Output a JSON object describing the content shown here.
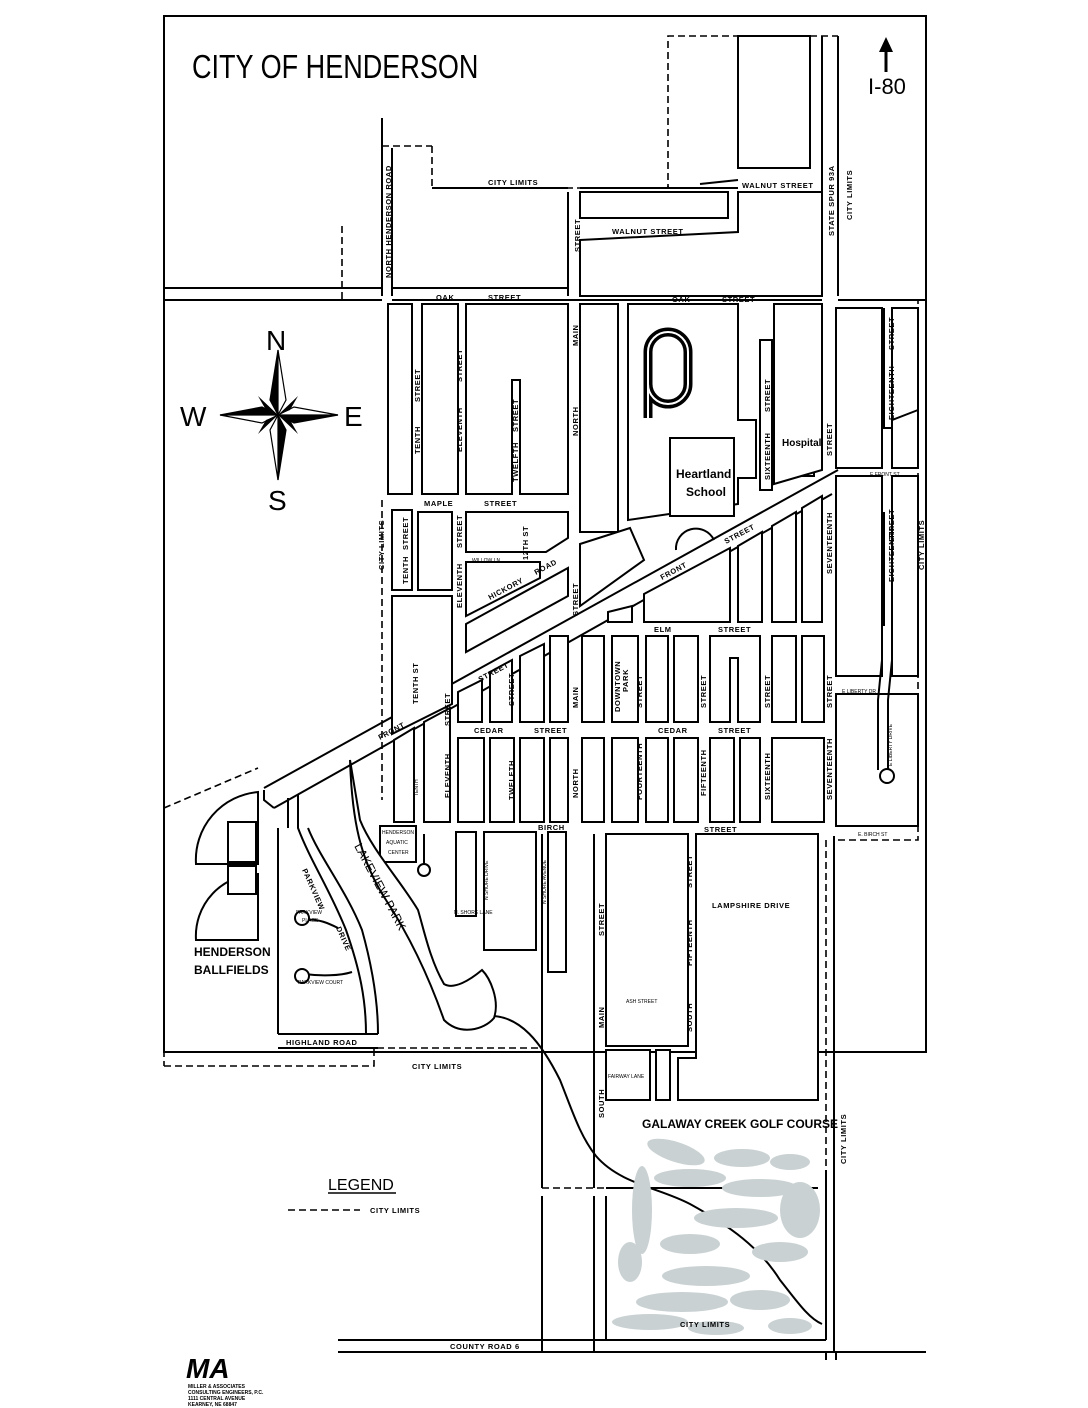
{
  "title": "CITY OF HENDERSON",
  "north_arrow_label": "I-80",
  "compass": {
    "n": "N",
    "s": "S",
    "e": "E",
    "w": "W"
  },
  "legend": {
    "title": "LEGEND",
    "item": "CITY LIMITS"
  },
  "landmarks": {
    "heartland_1": "Heartland",
    "heartland_2": "School",
    "hospital": "Hospital",
    "aquatic_1": "HENDERSON",
    "aquatic_2": "AQUATIC",
    "aquatic_3": "CENTER",
    "ballfields_1": "HENDERSON",
    "ballfields_2": "BALLFIELDS",
    "golf": "GALAWAY CREEK GOLF COURSE",
    "lakeview": "LAKEVIEW PARK",
    "downtown_1": "DOWNTOWN",
    "downtown_2": "PARK"
  },
  "city_limits": "CITY LIMITS",
  "streets": {
    "north_henderson_road": "NORTH HENDERSON ROAD",
    "walnut": "WALNUT STREET",
    "oak": "OAK",
    "street": "STREET",
    "state_spur": "STATE SPUR 93A",
    "maple": "MAPLE",
    "front": "FRONT",
    "hickory": "HICKORY",
    "road": "ROAD",
    "elm": "ELM",
    "cedar": "CEDAR",
    "birch": "BIRCH",
    "tenth": "TENTH",
    "eleventh": "ELEVENTH",
    "twelfth": "TWELFTH",
    "twelfth_st": "12TH ST",
    "north": "NORTH",
    "main": "MAIN",
    "fourteenth": "FOURTEENTH",
    "fifteenth": "FIFTEENTH",
    "sixteenth": "SIXTEENTH",
    "seventeenth": "SEVENTEENTH",
    "eighteenth": "EIGHTEENTH",
    "e_front_st": "E FRONT ST",
    "e_liberty_dr": "E LIBERTY DR",
    "e_liberty_drive": "E LIBERTY DRIVE",
    "e_birch_st": "E. BIRCH ST",
    "tenth_st": "TENTH ST",
    "willow_ln": "WILLOW LN",
    "lampshire": "LAMPSHIRE DRIVE",
    "ash": "ASH STREET",
    "south": "SOUTH",
    "fairway": "FAIRWAY LANE",
    "parkview": "PARKVIEW",
    "drive": "DRIVE",
    "parkview_place_1": "PARKVIEW",
    "parkview_place_2": "PLACE",
    "parkview_court": "PARKVIEW COURT",
    "highland": "HIGHLAND ROAD",
    "county_road": "COUNTY ROAD 6",
    "n_shore": "N. SHORE LANE",
    "n_shore_drive": "N SHORE DRIVE",
    "n_shore_avenue": "N SHORE AVENUE"
  },
  "logo": {
    "mark": "MA",
    "line1": "MILLER & ASSOCIATES",
    "line2": "CONSULTING ENGINEERS, P.C.",
    "line3": "1111 CENTRAL AVENUE",
    "line4": "KEARNEY, NE 68847"
  }
}
